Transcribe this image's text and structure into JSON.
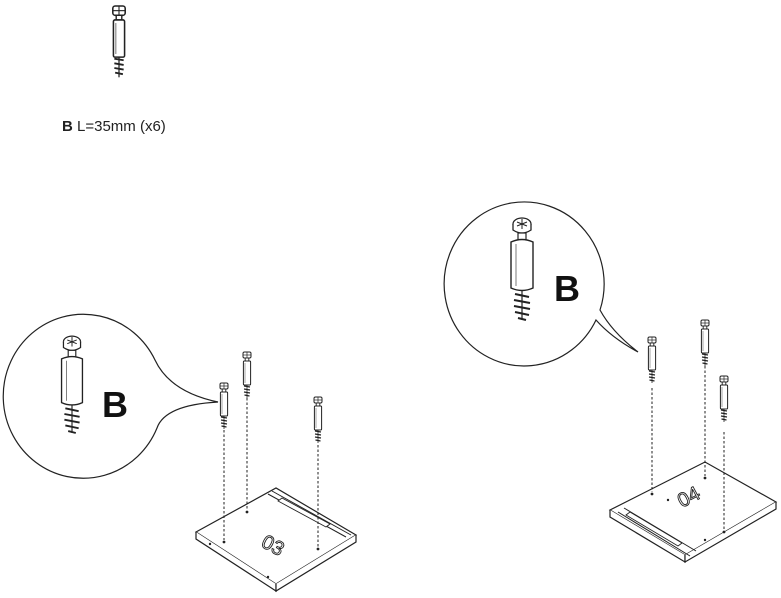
{
  "hardware": {
    "letter": "B",
    "spec": "L=35mm (x6)"
  },
  "callouts": [
    {
      "letter": "B"
    },
    {
      "letter": "B"
    }
  ],
  "panels": [
    {
      "number": "03"
    },
    {
      "number": "04"
    }
  ],
  "colors": {
    "line": "#222222",
    "paper": "#ffffff"
  }
}
